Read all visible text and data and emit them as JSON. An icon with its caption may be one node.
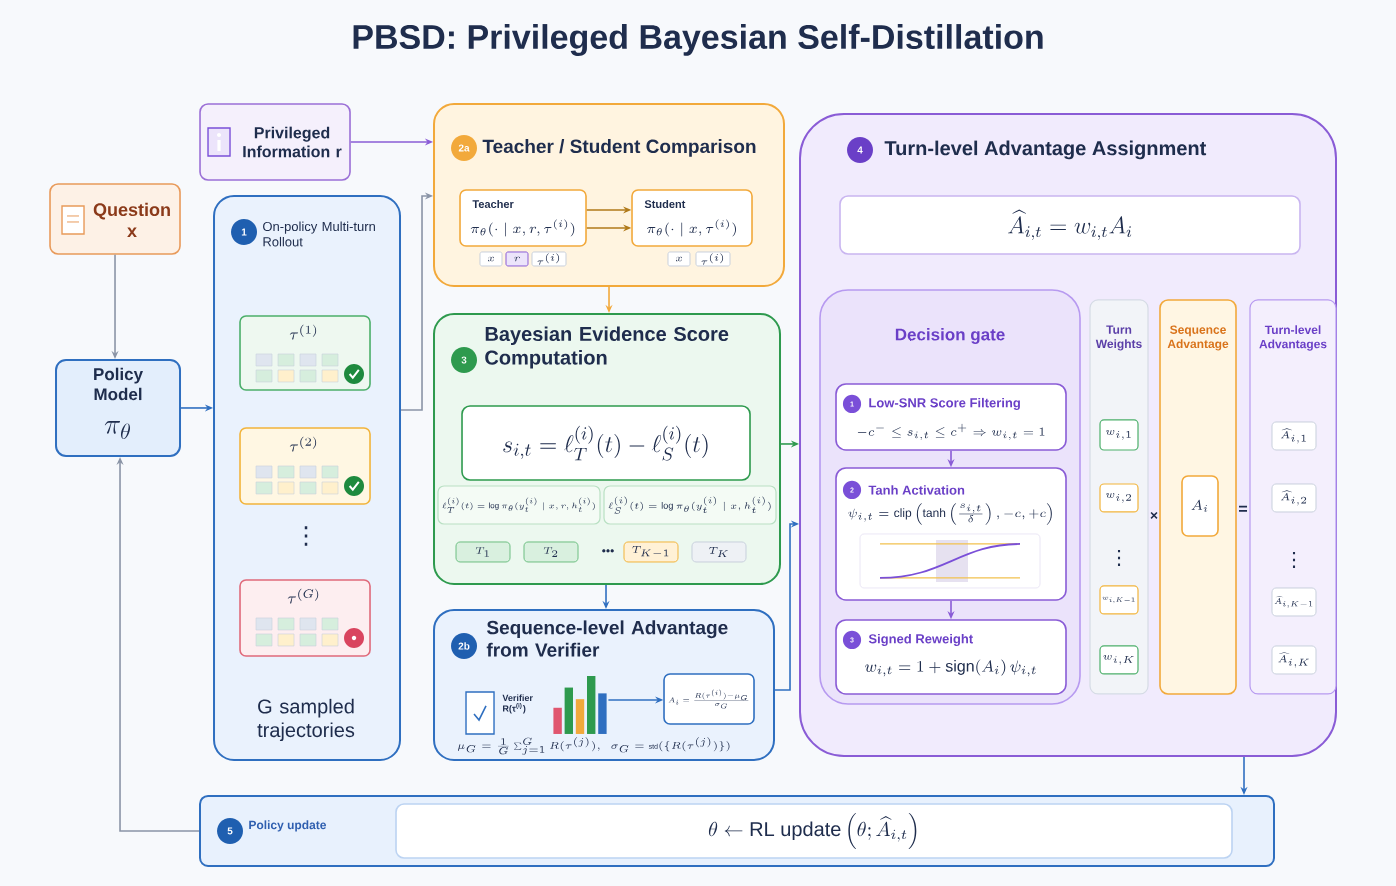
{
  "diagram": {
    "title": "PBSD: Privileged Bayesian Self-Distillation",
    "nodes": [
      {
        "text": [
          "Question x"
        ]
      },
      {
        "text": [
          "Privileged Information r"
        ]
      },
      {
        "text": [
          "Policy Model",
          "\\pi_\\theta"
        ]
      },
      {
        "text": [
          "1",
          "On-policy Multi-turn Rollout",
          "G sampled trajectories"
        ]
      },
      {
        "text": [
          "\\tau^{(1)}"
        ],
        "in": 3
      },
      {
        "text": [
          "\\tau^{(2)}"
        ],
        "in": 3
      },
      {
        "text": [
          "\\tau^{(G)}"
        ],
        "in": 3
      },
      {
        "text": [
          "2a",
          "Teacher / Student Comparison"
        ]
      },
      {
        "text": [
          "Teacher",
          "\\pi_\\theta(\\cdot \\mid x, r, \\tau^{(i)})"
        ],
        "in": 7
      },
      {
        "text": [
          "Student",
          "\\pi_\\theta(\\cdot \\mid x, \\tau^{(i)})"
        ],
        "in": 7
      },
      {
        "text": [
          "x"
        ],
        "in": 7
      },
      {
        "text": [
          "r"
        ],
        "in": 7
      },
      {
        "text": [
          "\\tau^{(i)}"
        ],
        "in": 7
      },
      {
        "text": [
          "x"
        ],
        "in": 7
      },
      {
        "text": [
          "\\tau^{(i)}"
        ],
        "in": 7
      },
      {
        "text": [
          "3",
          "Bayesian Evidence Score Computation"
        ]
      },
      {
        "text": [
          "s_{i,t} = \\ell_T^{(i)}(t) - \\ell_S^{(i)}(t)"
        ],
        "in": 15
      },
      {
        "text": [
          "\\ell_T^{(i)}(t) = \\log \\pi_\\theta(y_t^{(i)} \\mid x, r, h_t^{(i)})"
        ],
        "in": 15
      },
      {
        "text": [
          "\\ell_S^{(i)}(t) = \\log \\pi_\\theta(y_t^{(i)} \\mid x, h_t^{(i)})"
        ],
        "in": 15
      },
      {
        "text": [
          "T_1"
        ],
        "in": 15
      },
      {
        "text": [
          "T_2"
        ],
        "in": 15
      },
      {
        "text": [
          "T_{K-1}"
        ],
        "in": 15
      },
      {
        "text": [
          "T_K"
        ],
        "in": 15
      },
      {
        "text": [
          "2b",
          "Sequence-level Advantage from Verifier"
        ]
      },
      {
        "text": [],
        "shape": "picture",
        "in": 23
      },
      {
        "text": [
          "A_i = \\frac{R(\\tau^{(i)}) - \\mu_G}{\\sigma_G}"
        ],
        "in": 23
      },
      {
        "text": [
          "4",
          "Turn-level Advantage Assignment"
        ]
      },
      {
        "text": [
          "\\widehat{A}_{i,t} = w_{i,t} A_i"
        ],
        "in": 26
      },
      {
        "text": [
          "Decision gate"
        ],
        "in": 26
      },
      {
        "text": [
          "1",
          "Low-SNR Score Filtering",
          "-c^{-} \\le s_{i,t} \\le c^{+} \\Rightarrow w_{i,t} = 1"
        ],
        "in": 28
      },
      {
        "text": [
          "2",
          "Tanh Activation",
          "\\psi_{i,t} = \\mathrm{clip}\\left(\\tanh\\left(\\frac{s_{i,t}}{\\delta}\\right), -c, +c\\right)"
        ],
        "in": 28
      },
      {
        "text": [
          "3",
          "Signed Reweight",
          "w_{i,t} = 1 + \\mathrm{sign}(A_i)\\, \\psi_{i,t}"
        ],
        "in": 28
      },
      {
        "text": [
          "Turn Weights"
        ],
        "in": 26
      },
      {
        "text": [
          "w_{i,1}"
        ],
        "in": 32
      },
      {
        "text": [
          "w_{i,2}"
        ],
        "in": 32
      },
      {
        "text": [
          "w_{i,K-1}"
        ],
        "in": 32
      },
      {
        "text": [
          "w_{i,K}"
        ],
        "in": 32
      },
      {
        "text": [
          "Sequence Advantage"
        ],
        "in": 26
      },
      {
        "text": [
          "A_i"
        ],
        "in": 37
      },
      {
        "text": [
          "Turn-level Advantages"
        ],
        "in": 26
      },
      {
        "text": [
          "\\widehat{A}_{i,1}"
        ],
        "in": 39
      },
      {
        "text": [
          "\\widehat{A}_{i,2}"
        ],
        "in": 39
      },
      {
        "text": [
          "\\widehat{A}_{i,K-1}"
        ],
        "in": 39
      },
      {
        "text": [
          "\\widehat{A}_{i,K}"
        ],
        "in": 39
      },
      {
        "text": [
          "5",
          "Policy update"
        ]
      },
      {
        "text": [
          "\\theta \\leftarrow \\mathrm{RL\\ update}\\left(\\theta; \\widehat{A}_{i,t}\\right)"
        ],
        "in": 44
      }
    ],
    "edges": [
      {
        "from": 0,
        "to": 2,
        "arrow": "to",
        "color": "#8a94a6"
      },
      {
        "from": 2,
        "to": 3,
        "arrow": "to",
        "color": "#2f6fc0"
      },
      {
        "from": 1,
        "to": 7,
        "arrow": "to",
        "color": "#8a5cd6"
      },
      {
        "from": 3,
        "to": 7,
        "arrow": "to",
        "color": "#8a94a6"
      },
      {
        "from": 8,
        "to": 9,
        "arrow": "to",
        "color": "#b07a1a"
      },
      {
        "from": 8,
        "to": 9,
        "arrow": "to",
        "color": "#b07a1a"
      },
      {
        "from": 7,
        "to": 15,
        "arrow": "to",
        "color": "#f2a93b"
      },
      {
        "from": 15,
        "to": 23,
        "arrow": "to",
        "color": "#2f6fc0"
      },
      {
        "from": 15,
        "to": 26,
        "arrow": "to",
        "color": "#2e9a4e"
      },
      {
        "from": 23,
        "to": 26,
        "arrow": "to",
        "color": "#2f6fc0"
      },
      {
        "from": 24,
        "to": 25,
        "arrow": "to",
        "color": "#2f6fc0"
      },
      {
        "from": 29,
        "to": 30,
        "arrow": "to",
        "color": "#8a5cd6"
      },
      {
        "from": 30,
        "to": 31,
        "arrow": "to",
        "color": "#8a5cd6"
      },
      {
        "from": 26,
        "to": 44,
        "arrow": "to",
        "color": "#2f6fc0"
      },
      {
        "from": 44,
        "to": 2,
        "arrow": "to",
        "color": "#8a94a6"
      }
    ],
    "labels": [
      "⋮",
      "•••",
      "Verifier R(τ$^{(i)}$)",
      "\\mu_G = \\frac{1}{G}\\sum_{j=1}^{G} R(\\tau^{(j)}), \\quad \\sigma_G = \\mathrm{std}(\\{R(\\tau^{(j)})\\})",
      "⋮",
      "×",
      "=",
      "⋮"
    ]
  }
}
